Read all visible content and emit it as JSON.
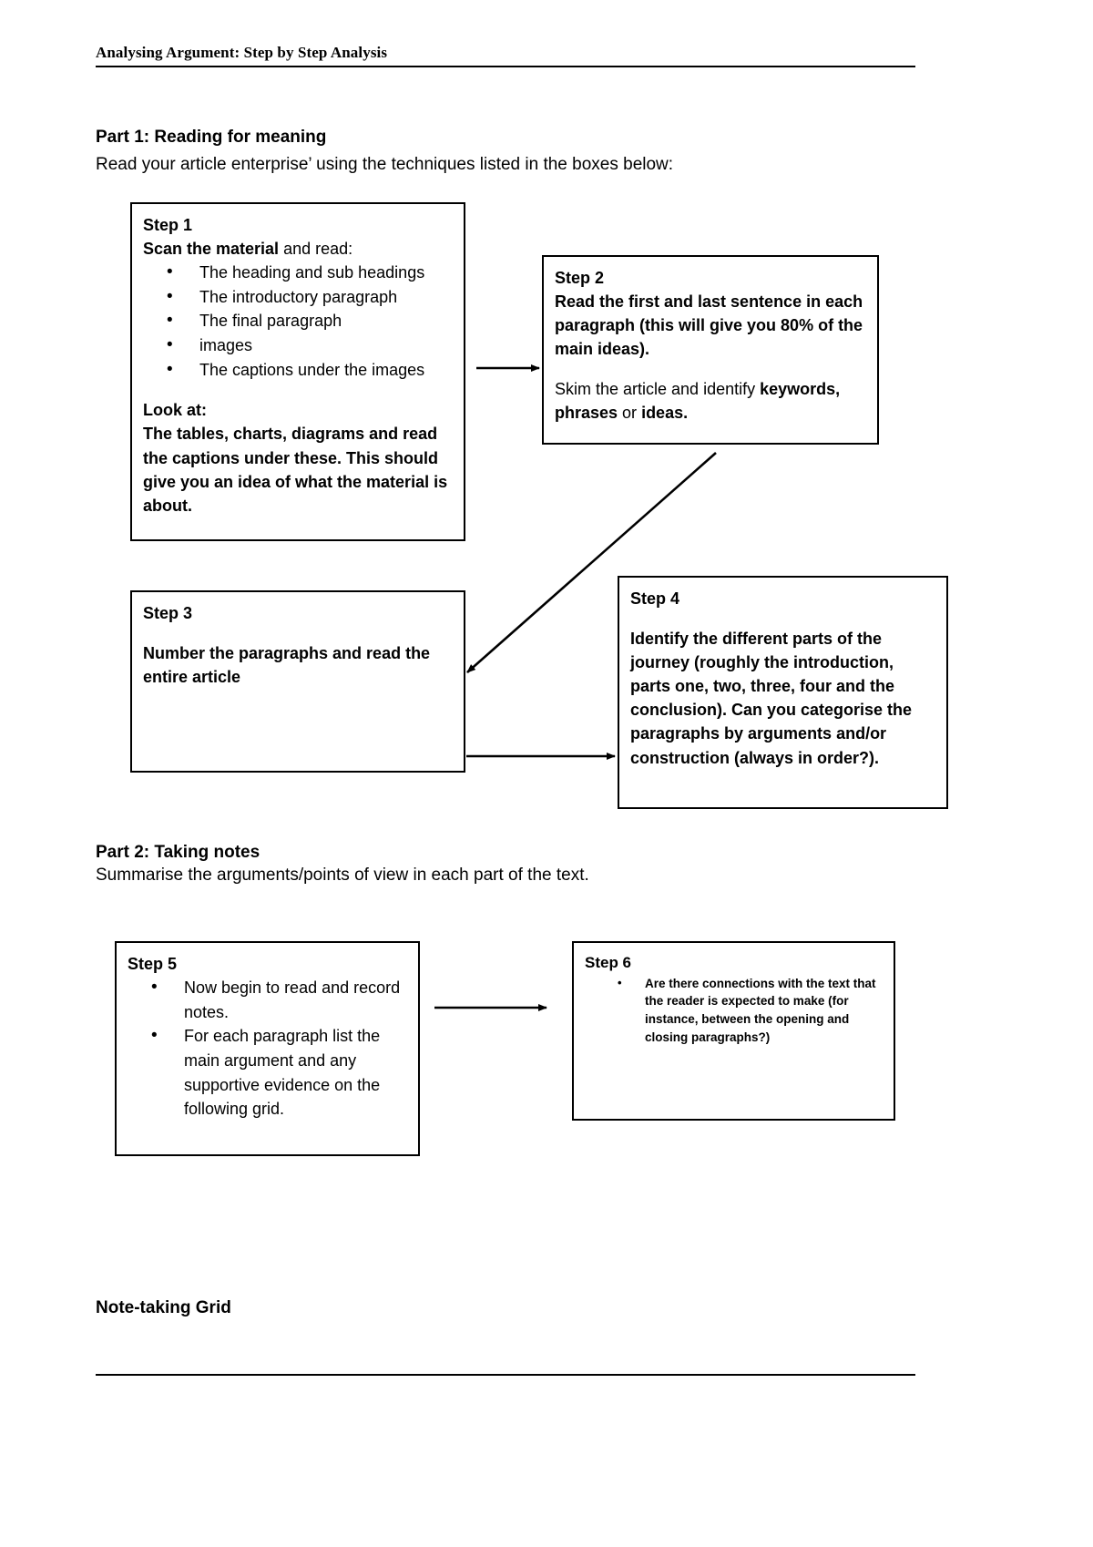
{
  "document": {
    "header_title": "Analysing Argument: Step by Step Analysis",
    "footer_label": "Note-taking Grid"
  },
  "part1": {
    "heading": "Part 1: Reading for meaning",
    "subtext": "Read your article enterprise’ using the techniques listed in the boxes below:"
  },
  "part2": {
    "heading": "Part 2: Taking notes",
    "subtext": "Summarise the arguments/points of view in each part of the text."
  },
  "steps": {
    "step1": {
      "title": "Step 1",
      "lead_bold": "Scan the material",
      "lead_rest": " and read:",
      "bullets": [
        "The heading and sub headings",
        "The introductory paragraph",
        "The final paragraph",
        "images",
        "The captions under the images"
      ],
      "look_at_label": "Look at:",
      "body": "The tables, charts, diagrams and read the captions under these. This should give you an idea of what the material is about."
    },
    "step2": {
      "title": "Step 2",
      "para1": "Read the first and last sentence in each paragraph (this will give you 80% of the main ideas).",
      "para2_lead": "Skim the article and identify ",
      "para2_bold": "keywords, phrases",
      "para2_mid": " or ",
      "para2_bold2": "ideas.",
      "para2_full": "Skim the article and identify keywords, phrases or ideas."
    },
    "step3": {
      "title": "Step 3",
      "body": "Number the paragraphs and read the entire article"
    },
    "step4": {
      "title": "Step 4",
      "body": "Identify the different parts of the journey (roughly the introduction, parts one, two, three, four and the conclusion). Can you categorise the paragraphs by arguments and/or construction (always in order?)."
    },
    "step5": {
      "title": "Step 5",
      "bullets": [
        "Now begin to read and record notes.",
        "For each paragraph list the main argument and any supportive evidence on the following grid."
      ]
    },
    "step6": {
      "title": "Step 6",
      "bullets": [
        "Are there connections with the text that the reader is expected to make (for instance, between the opening and closing paragraphs?)"
      ]
    }
  },
  "colors": {
    "ink": "#000000",
    "paper": "#ffffff"
  }
}
